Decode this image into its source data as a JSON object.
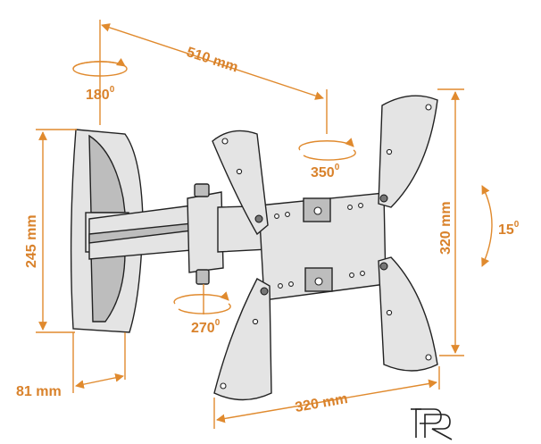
{
  "dimensions": {
    "arm_length": "510 mm",
    "wall_height": "245 mm",
    "wall_depth": "81 mm",
    "vesa_width": "320 mm",
    "vesa_height": "320 mm"
  },
  "rotations": {
    "wall_swivel": {
      "value": "180",
      "unit": "0"
    },
    "head_swivel": {
      "value": "350",
      "unit": "0"
    },
    "arm_swivel": {
      "value": "270",
      "unit": "0"
    },
    "tilt": {
      "value": "15",
      "unit": "0"
    }
  },
  "logo": {
    "text": "PR"
  },
  "colors": {
    "dimension": "#e08a2e",
    "dimension_text": "#d9822b",
    "outline": "#222222"
  }
}
